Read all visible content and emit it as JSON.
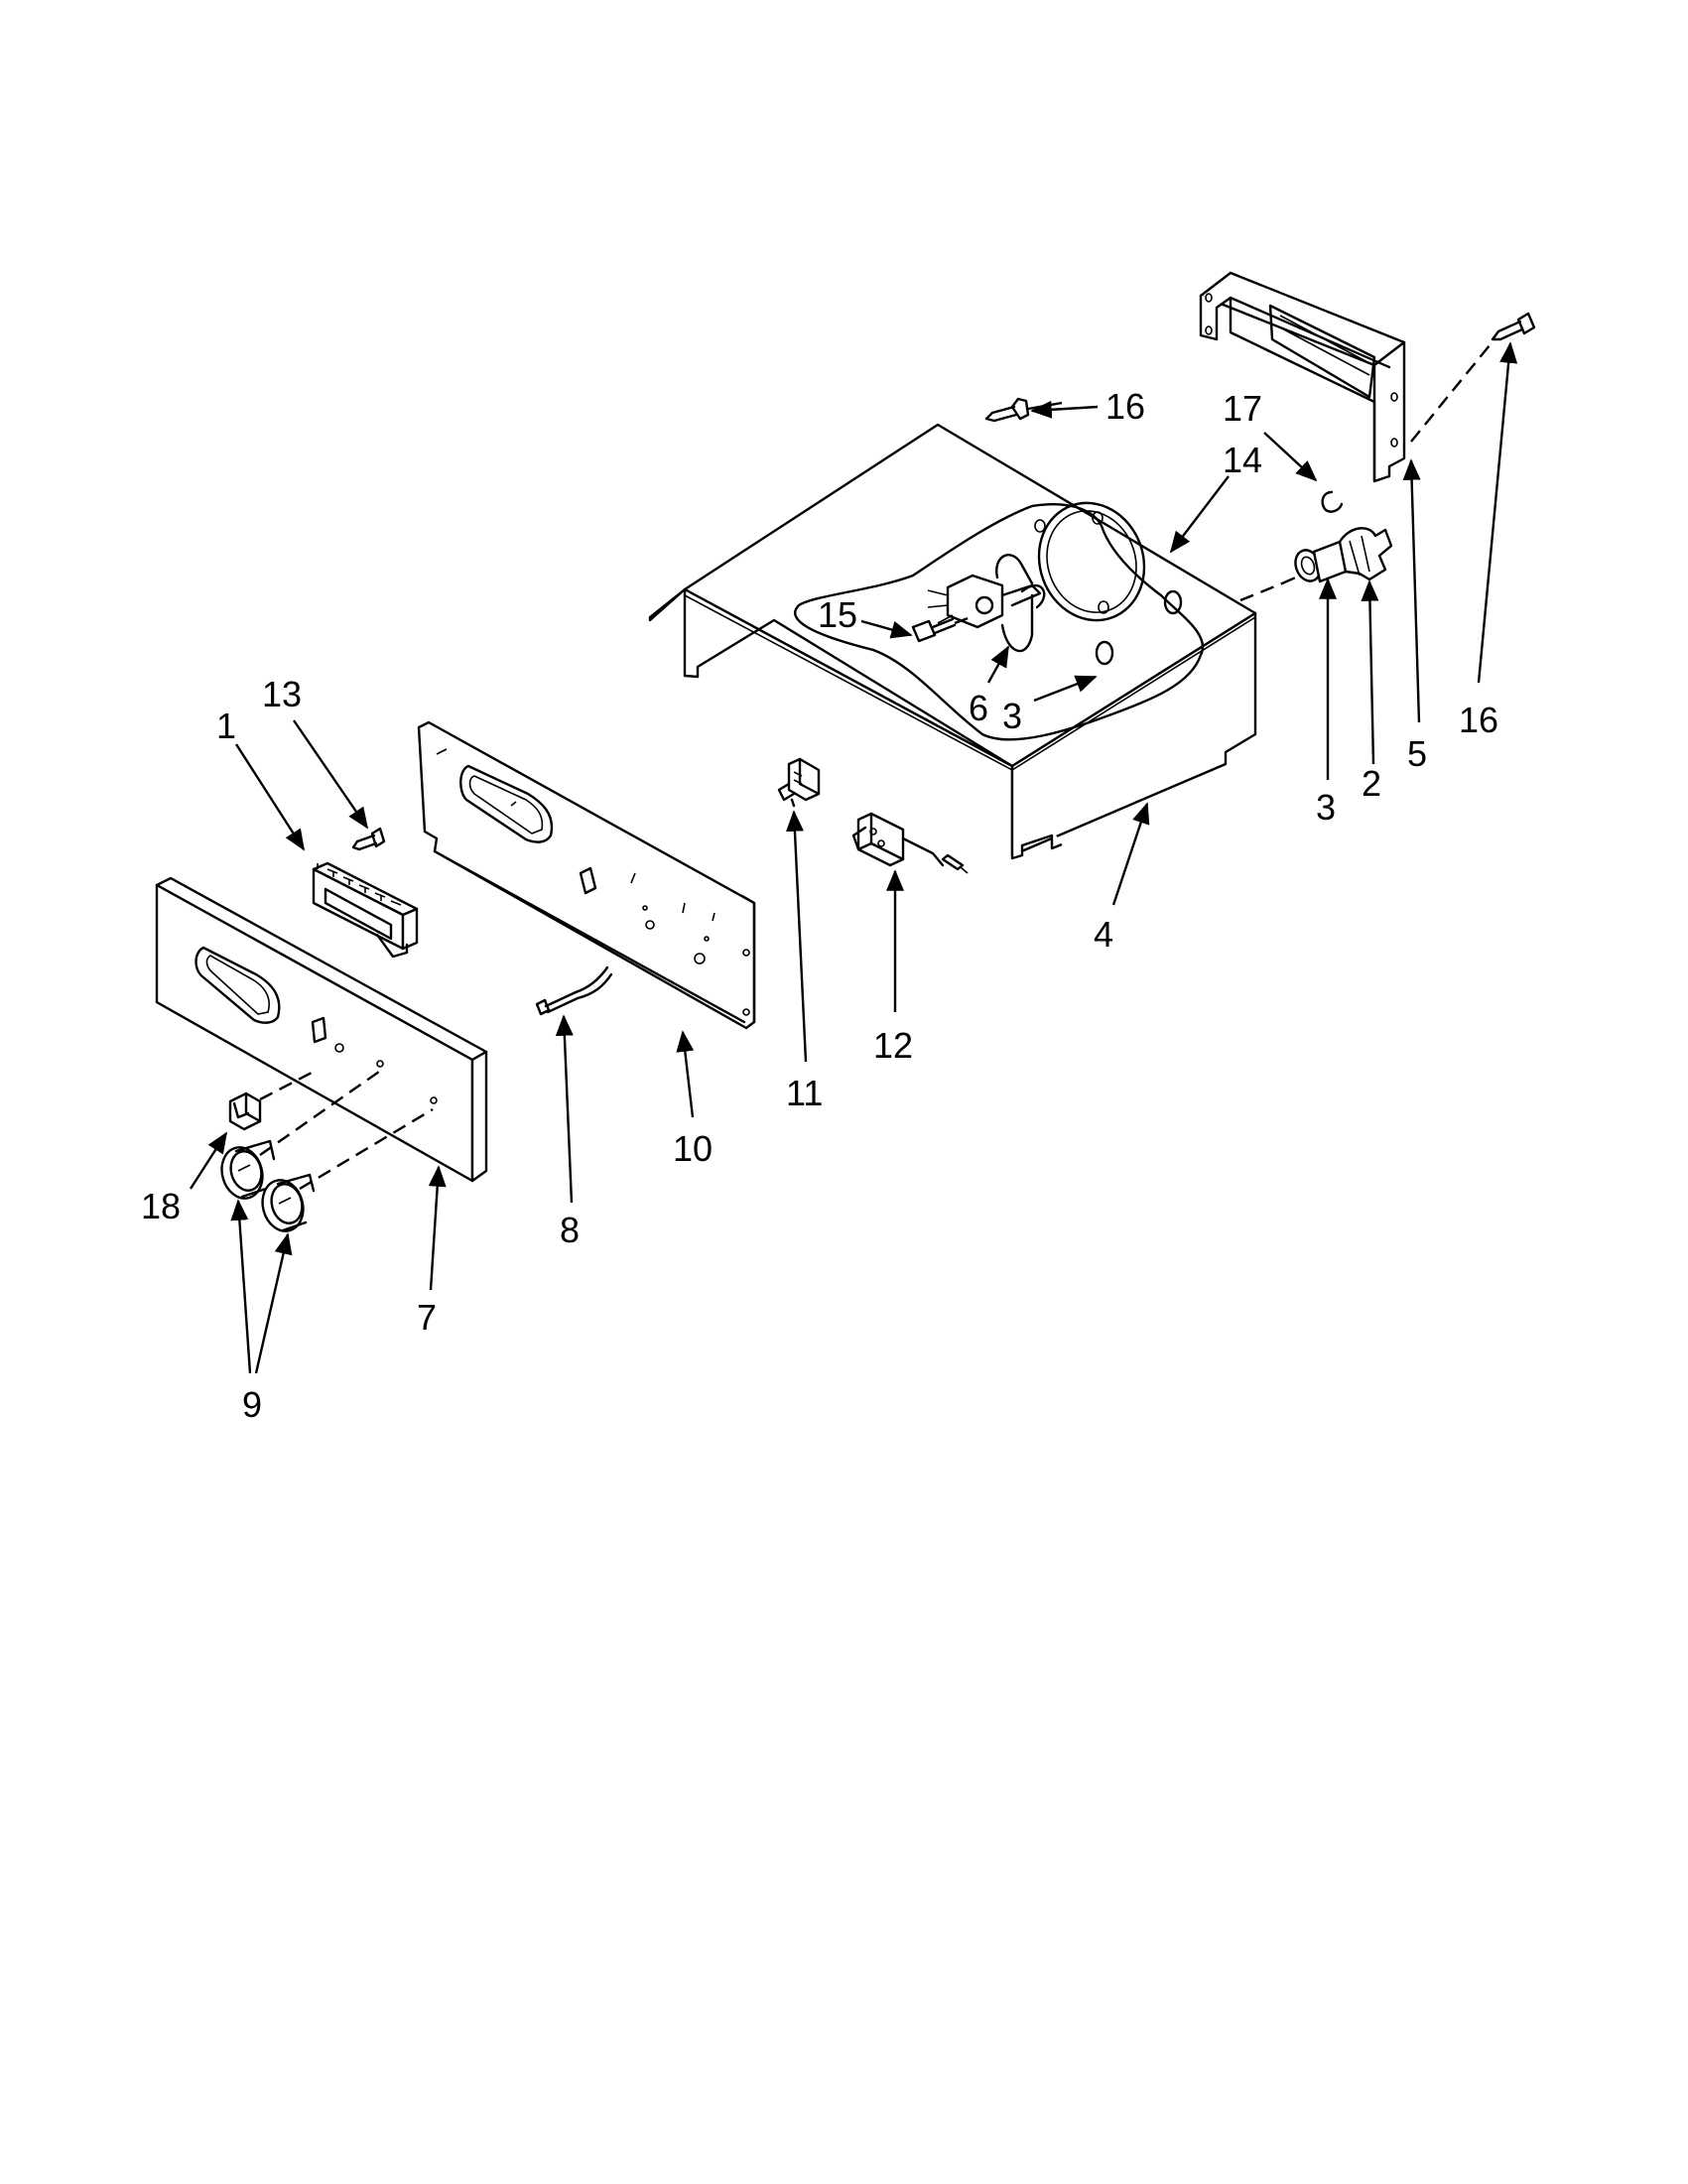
{
  "diagram": {
    "callouts": {
      "c1": "1",
      "c2": "2",
      "c3a": "3",
      "c3b": "3",
      "c4": "4",
      "c5": "5",
      "c6": "6",
      "c7": "7",
      "c8": "8",
      "c9": "9",
      "c10": "10",
      "c11": "11",
      "c12": "12",
      "c13": "13",
      "c14": "14",
      "c15": "15",
      "c16a": "16",
      "c16b": "16",
      "c17": "17",
      "c18": "18"
    }
  }
}
